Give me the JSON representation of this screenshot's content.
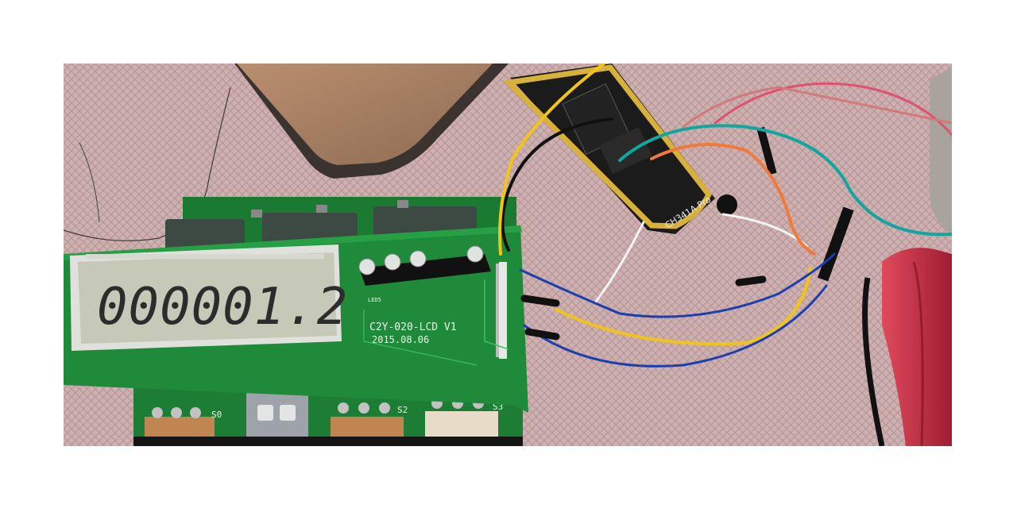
{
  "lcd": {
    "reading": "000001.2"
  },
  "board": {
    "label": "C2Y-020-LCD V1",
    "date": "2015.08.06",
    "switch_labels": [
      "S0",
      "S2",
      "S3"
    ],
    "led_label": "LED5"
  },
  "programmer": {
    "label": "CH341A Pro"
  },
  "colors": {
    "pcb_green": "#1f8a3a",
    "lcd_glass": "#c6c9b8",
    "mat": "#c9a9a9",
    "programmer_yellow": "#d8b13a",
    "wire_yellow": "#f0c419",
    "wire_blue": "#1b3fb0",
    "wire_teal": "#12a6a0",
    "wire_orange": "#f07a3a",
    "wire_red": "#e05070",
    "wire_black": "#111111",
    "wire_white": "#f4f4f4",
    "clamp_red": "#c8283f"
  }
}
